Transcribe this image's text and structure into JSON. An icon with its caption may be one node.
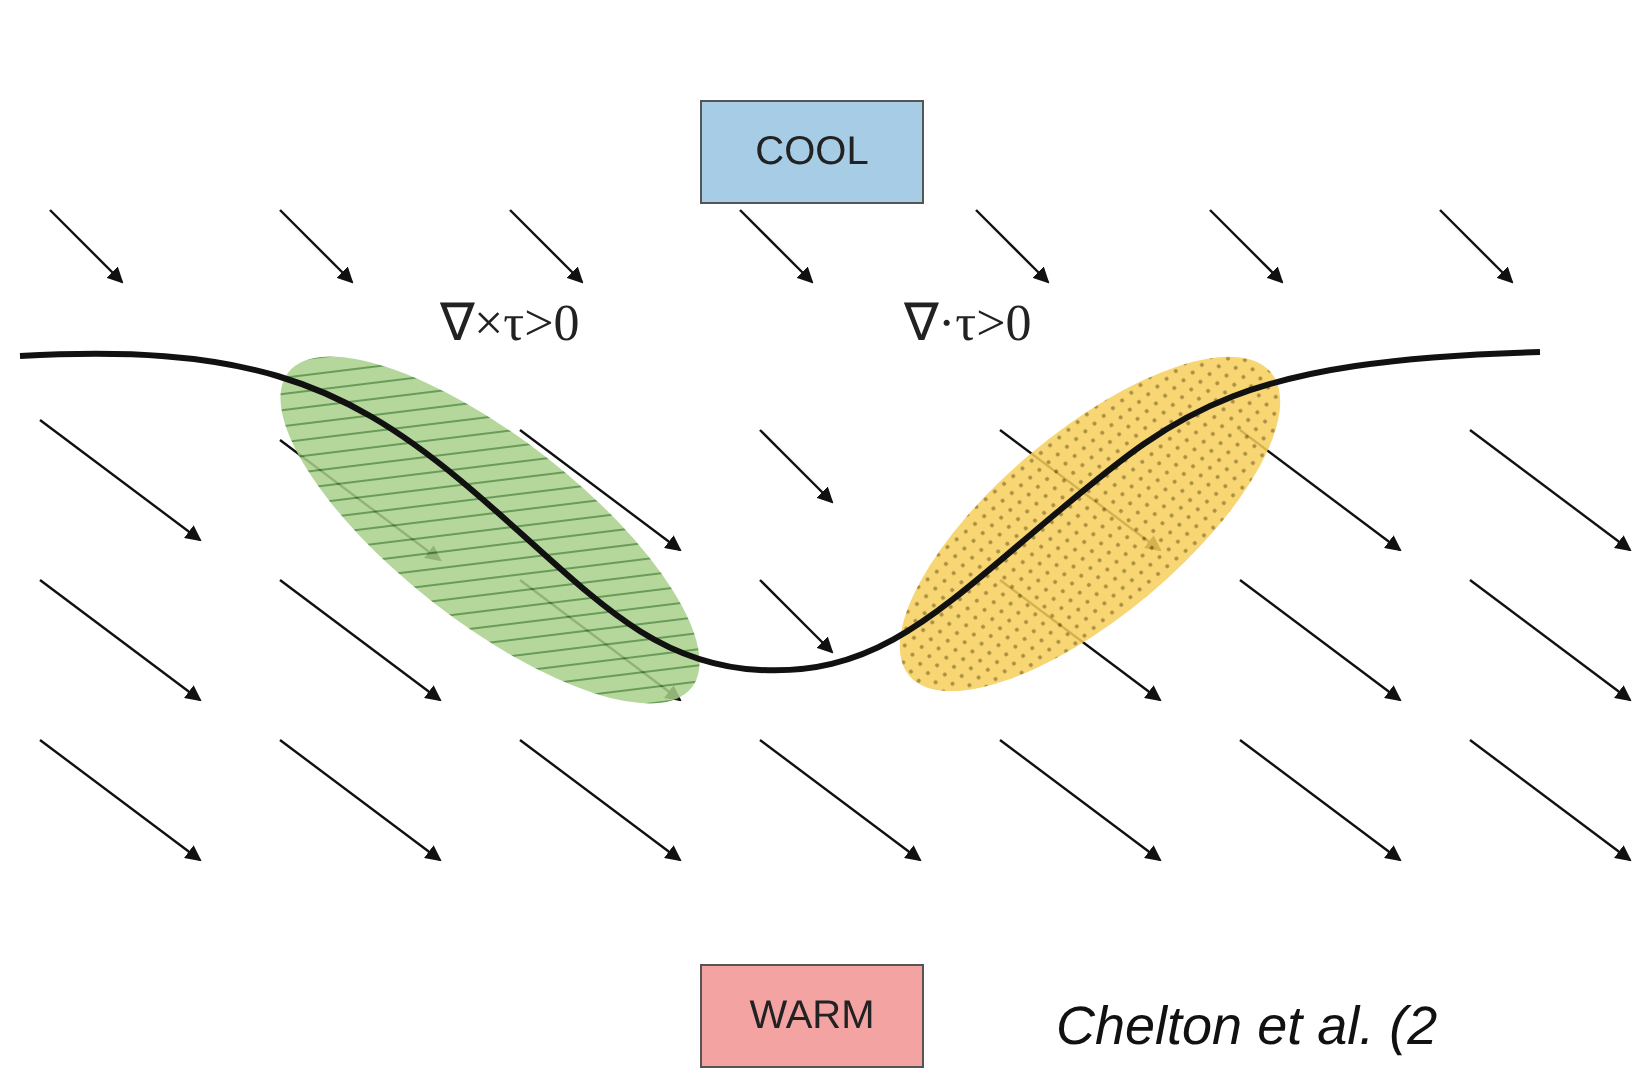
{
  "diagram": {
    "caption": "Chelton et al. (2",
    "nodes": [
      {
        "text": [
          "COOL"
        ]
      },
      {
        "text": [
          "WARM"
        ]
      }
    ],
    "edges": [],
    "labels": [
      "∇×τ>0",
      "∇·τ>0"
    ]
  }
}
